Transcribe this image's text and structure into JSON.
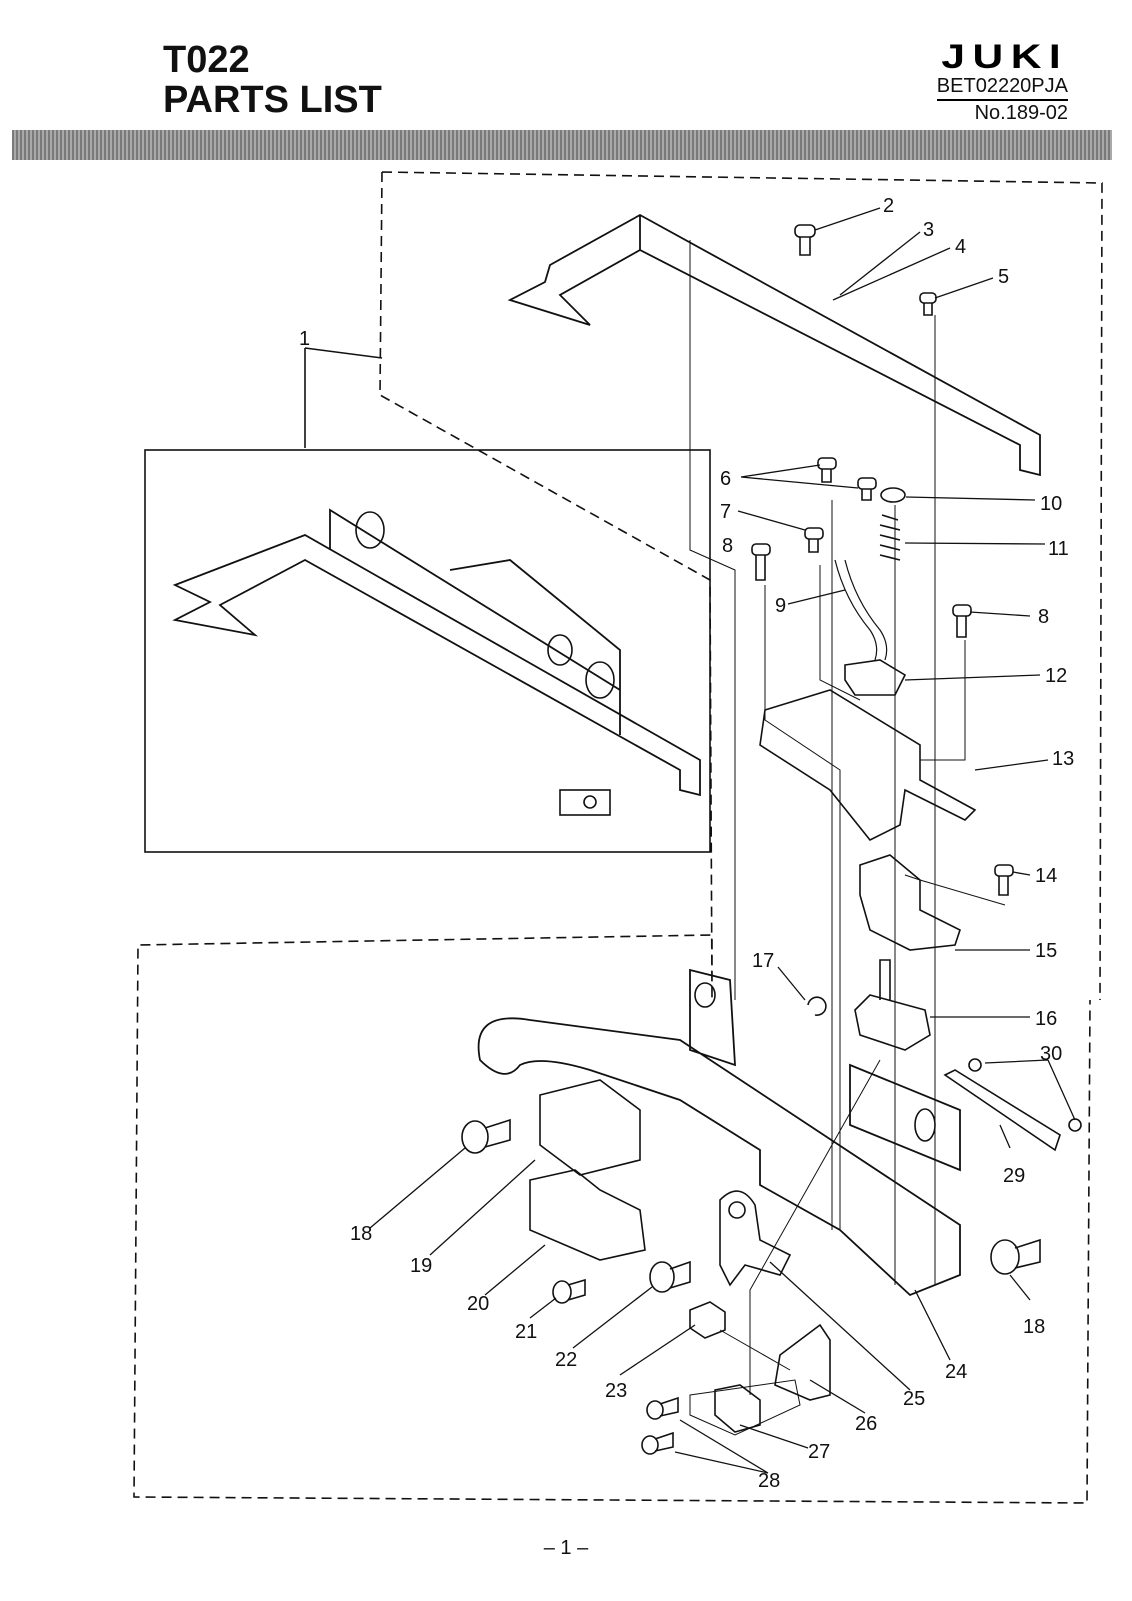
{
  "header": {
    "title_line1": "T022",
    "title_line2": "PARTS LIST",
    "brand": "JUKI",
    "doc_code": "BET02220PJA",
    "doc_no": "No.189-02"
  },
  "footer": {
    "page": "– 1 –"
  },
  "callouts": [
    "1",
    "2",
    "3",
    "4",
    "5",
    "6",
    "7",
    "8",
    "8",
    "9",
    "10",
    "11",
    "12",
    "13",
    "14",
    "15",
    "16",
    "17",
    "18",
    "18",
    "19",
    "20",
    "21",
    "22",
    "23",
    "24",
    "25",
    "26",
    "27",
    "28",
    "29",
    "30"
  ]
}
